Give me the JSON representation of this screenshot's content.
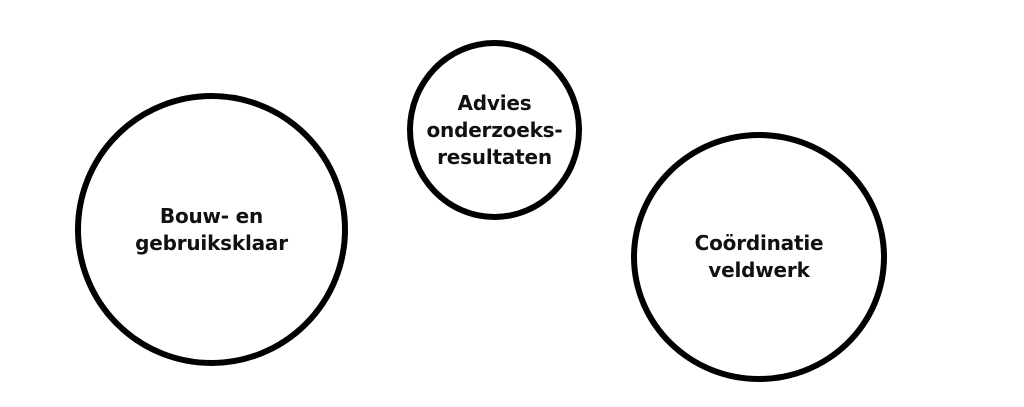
{
  "diagram": {
    "nodes": [
      {
        "id": "bouw",
        "lines": [
          "Bouw- en",
          "gebruiksklaar"
        ]
      },
      {
        "id": "advies",
        "lines": [
          "Advies",
          "onderzoeks-",
          "resultaten"
        ]
      },
      {
        "id": "coordinatie",
        "lines": [
          "Coördinatie",
          "veldwerk"
        ]
      }
    ],
    "colors": {
      "stroke": "#000000",
      "text": "#111111",
      "background": "#ffffff"
    }
  }
}
